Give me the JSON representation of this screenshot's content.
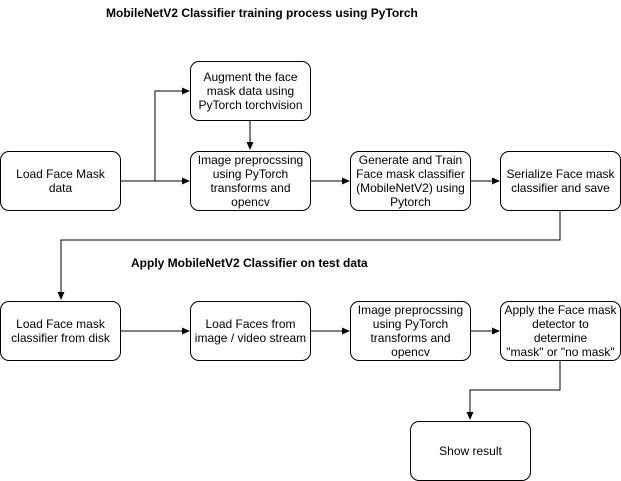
{
  "titles": {
    "training": "MobileNetV2 Classifier training process using PyTorch",
    "testing": "Apply MobileNetV2 Classifier on test data"
  },
  "training_nodes": {
    "load_data": "Load Face Mask data",
    "augment": "Augment the face\nmask data using\nPyTorch torchvision",
    "preprocess": "Image preprocssing\nusing PyTorch\ntransforms and\nopencv",
    "train": "Generate and Train\nFace mask classifier\n(MobileNetV2) using\nPytorch",
    "serialize": "Serialize Face mask\nclassifier and save"
  },
  "testing_nodes": {
    "load_classifier": "Load Face mask\nclassifier from disk",
    "load_faces": "Load Faces from\nimage / video stream",
    "preprocess": "Image preprocssing\nusing PyTorch\ntransforms and\nopencv",
    "apply": "Apply the Face mask\ndetector to determine\n\"mask\" or \"no mask\"",
    "show": "Show result"
  },
  "colors": {
    "stroke": "#000000",
    "fill": "#ffffff"
  }
}
